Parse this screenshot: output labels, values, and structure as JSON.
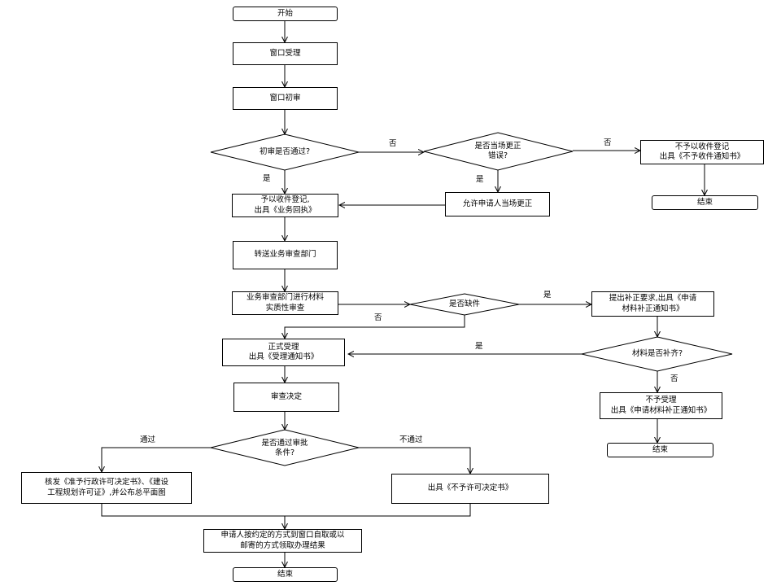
{
  "nodes": {
    "start": "开始",
    "window_accept": "窗口受理",
    "window_prereview": "窗口初审",
    "d_prereview_pass": "初审是否通过?",
    "d_correct_on_site": "是否当场更正\n错误?",
    "no_accept_notice": "不予以收件登记\n出具《不予收件通知书》",
    "end_1": "结束",
    "allow_correct": "允许申请人当场更正",
    "register_receipt": "予以收件登记,\n出具《业务回执》",
    "transfer_review_dept": "转送业务审查部门",
    "material_review": "业务审查部门进行材料\n实质性审查",
    "d_missing_materials": "是否缺件",
    "supplement_request": "提出补正要求,出具《申请\n材料补正通知书》",
    "formal_accept": "正式受理\n出具《受理通知书》",
    "d_supplement_complete": "材料是否补齐?",
    "review_decision": "审查决定",
    "reject_notice": "不予受理\n出具《申请材料补正通知书》",
    "end_2": "结束",
    "d_approval_conditions": "是否通过审批\n条件?",
    "issue_license": "核发《准予行政许可决定书》、《建设\n工程规划许可证》,并公布总平面图",
    "no_permit_decision": "出具《不予许可决定书》",
    "collect_result": "申请人按约定的方式到窗口自取或以\n邮寄的方式领取办理结果",
    "end_3": "结束"
  },
  "edge_labels": {
    "prereview_no": "否",
    "prereview_yes": "是",
    "correct_no": "否",
    "correct_yes": "是",
    "missing_yes": "是",
    "missing_no": "否",
    "supplement_yes": "是",
    "supplement_no": "否",
    "approval_yes": "通过",
    "approval_no": "不通过"
  }
}
